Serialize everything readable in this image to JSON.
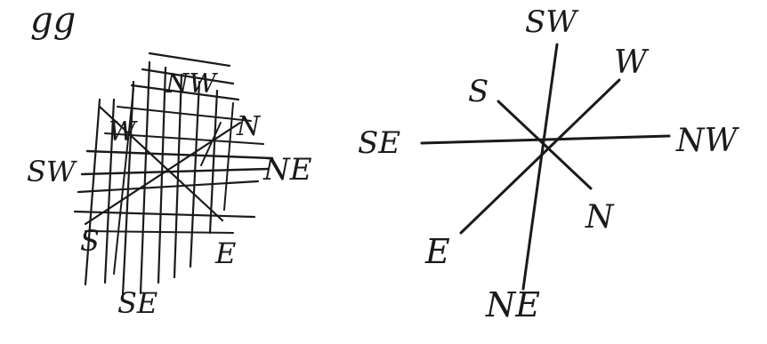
{
  "colors": {
    "ink": "#1a1a1a",
    "paper": "#ffffff"
  },
  "top_text": "gg",
  "left_figure": {
    "labels": {
      "nw": "NW",
      "w": "W",
      "n": "N",
      "sw": "SW",
      "ne": "NE",
      "s": "S",
      "e": "E",
      "se": "SE"
    }
  },
  "right_figure": {
    "labels": {
      "sw": "SW",
      "w": "W",
      "s": "S",
      "se": "SE",
      "nw": "NW",
      "e": "E",
      "n": "N",
      "ne": "NE"
    }
  }
}
